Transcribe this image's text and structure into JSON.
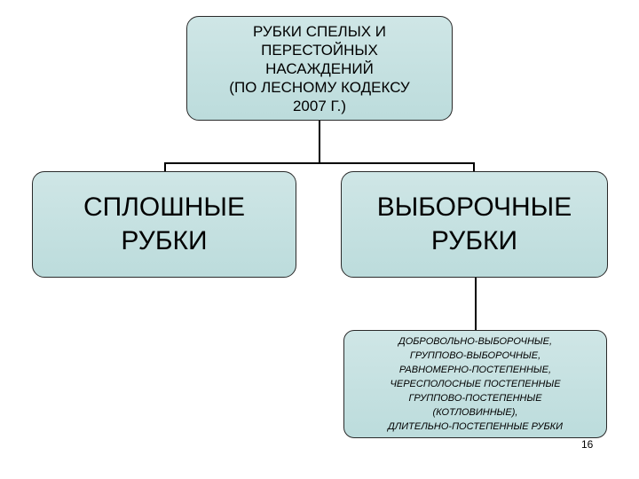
{
  "root": {
    "lines": [
      "РУБКИ СПЕЛЫХ И",
      "ПЕРЕСТОЙНЫХ",
      "НАСАЖДЕНИЙ",
      "(ПО ЛЕСНОМУ КОДЕКСУ",
      "2007 Г.)"
    ]
  },
  "left": {
    "lines": [
      "СПЛОШНЫЕ",
      "РУБКИ"
    ]
  },
  "right": {
    "lines": [
      "ВЫБОРОЧНЫЕ",
      "РУБКИ"
    ]
  },
  "detail": {
    "lines": [
      "ДОБРОВОЛЬНО-ВЫБОРОЧНЫЕ,",
      "ГРУППОВО-ВЫБОРОЧНЫЕ,",
      "РАВНОМЕРНО-ПОСТЕПЕННЫЕ,",
      "ЧЕРЕСПОЛОСНЫЕ ПОСТЕПЕННЫЕ",
      "ГРУППОВО-ПОСТЕПЕННЫЕ",
      "(КОТЛОВИННЫЕ),",
      "ДЛИТЕЛЬНО-ПОСТЕПЕННЫЕ РУБКИ"
    ]
  },
  "page_number": "16"
}
